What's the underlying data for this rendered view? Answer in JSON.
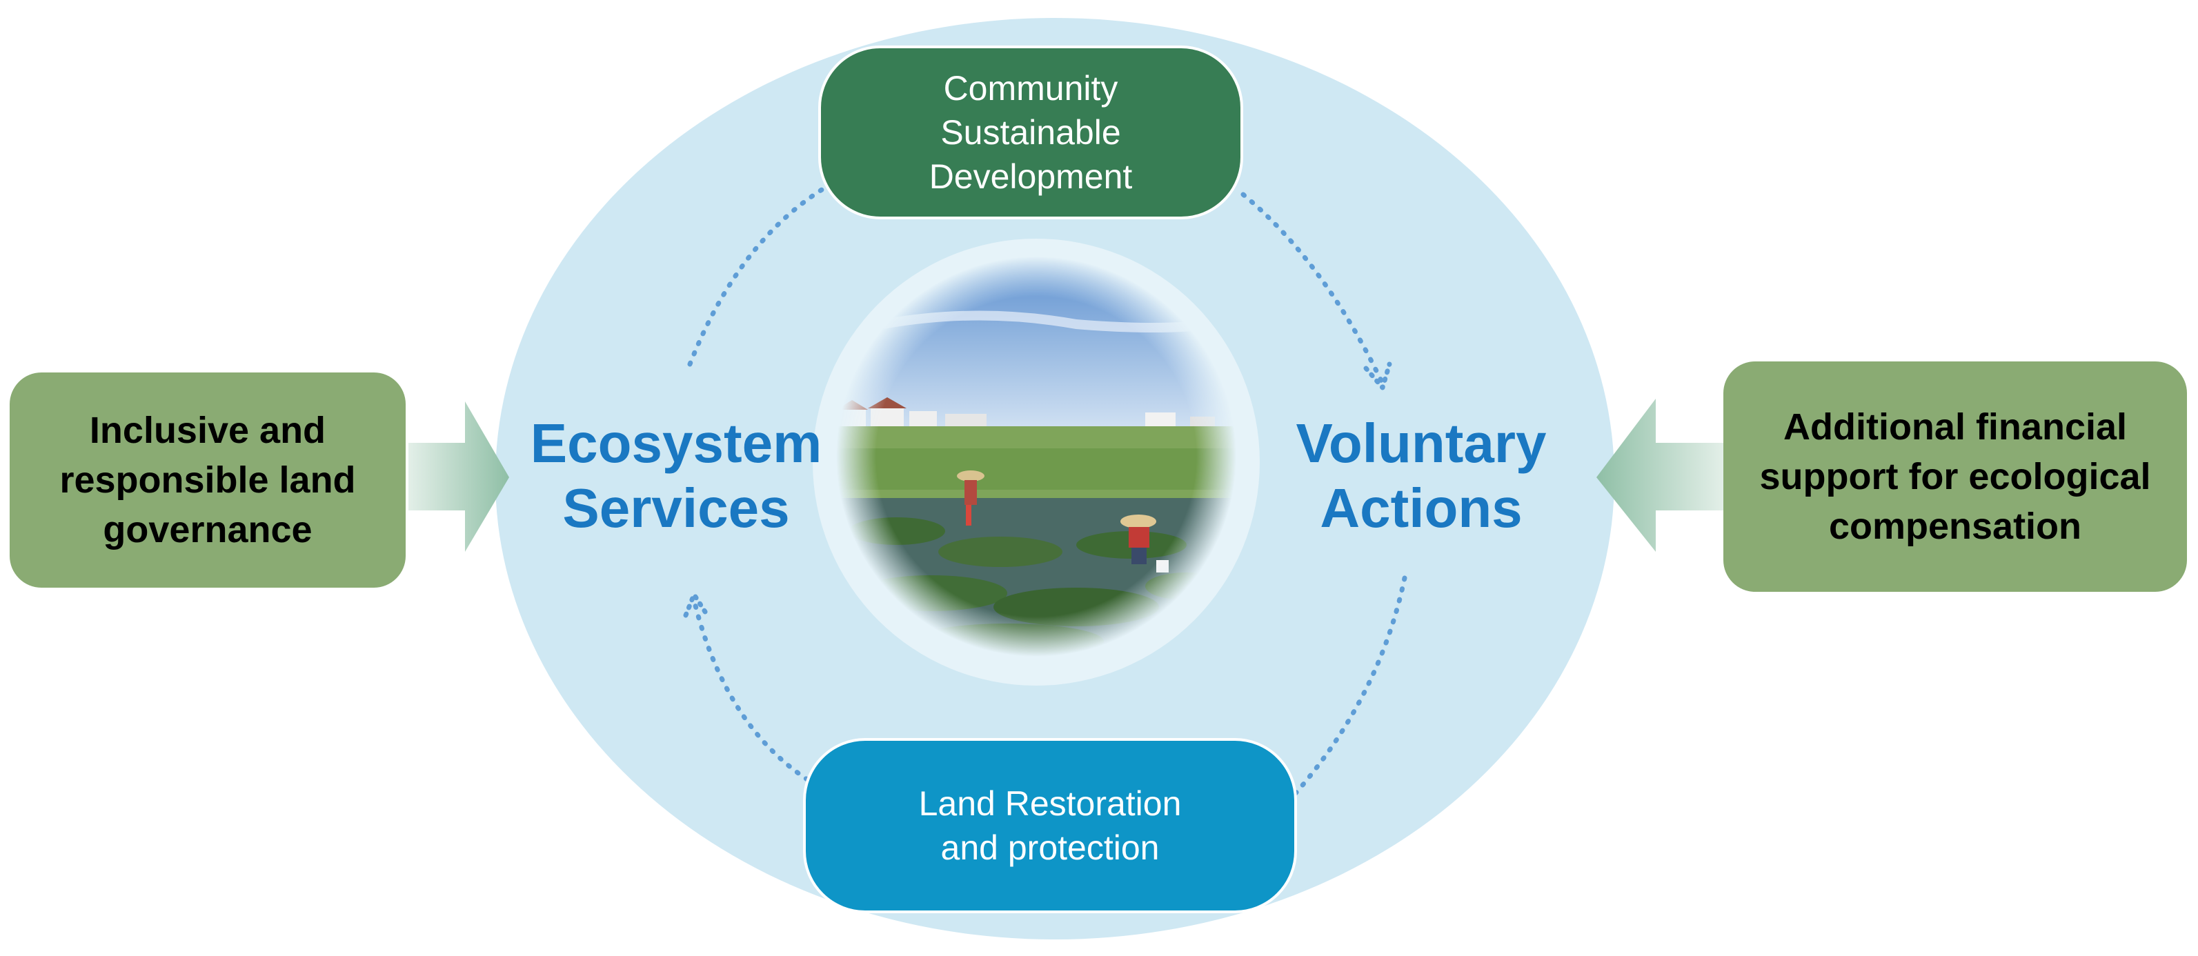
{
  "center_nodes": {
    "ecosystem_services": "Ecosystem\nServices",
    "voluntary_actions": "Voluntary\nActions"
  },
  "cycle_nodes": {
    "community": "Community\nSustainable\nDevelopment",
    "land_restoration": "Land Restoration\nand protection"
  },
  "external_drivers": {
    "left": "Inclusive and\nresponsible land\ngovernance",
    "right": "Additional  financial\nsupport for ecological\ncompensation"
  },
  "colors": {
    "outer_ellipse": "#cfe8f3",
    "community_pill": "#377d54",
    "restoration_pill": "#0e95c7",
    "driver_box": "#8aab73",
    "label_blue": "#1a78c2",
    "dotted_arrow": "#5e9dd6"
  },
  "icons": {
    "center_photo": "wetland-photo-icon"
  }
}
